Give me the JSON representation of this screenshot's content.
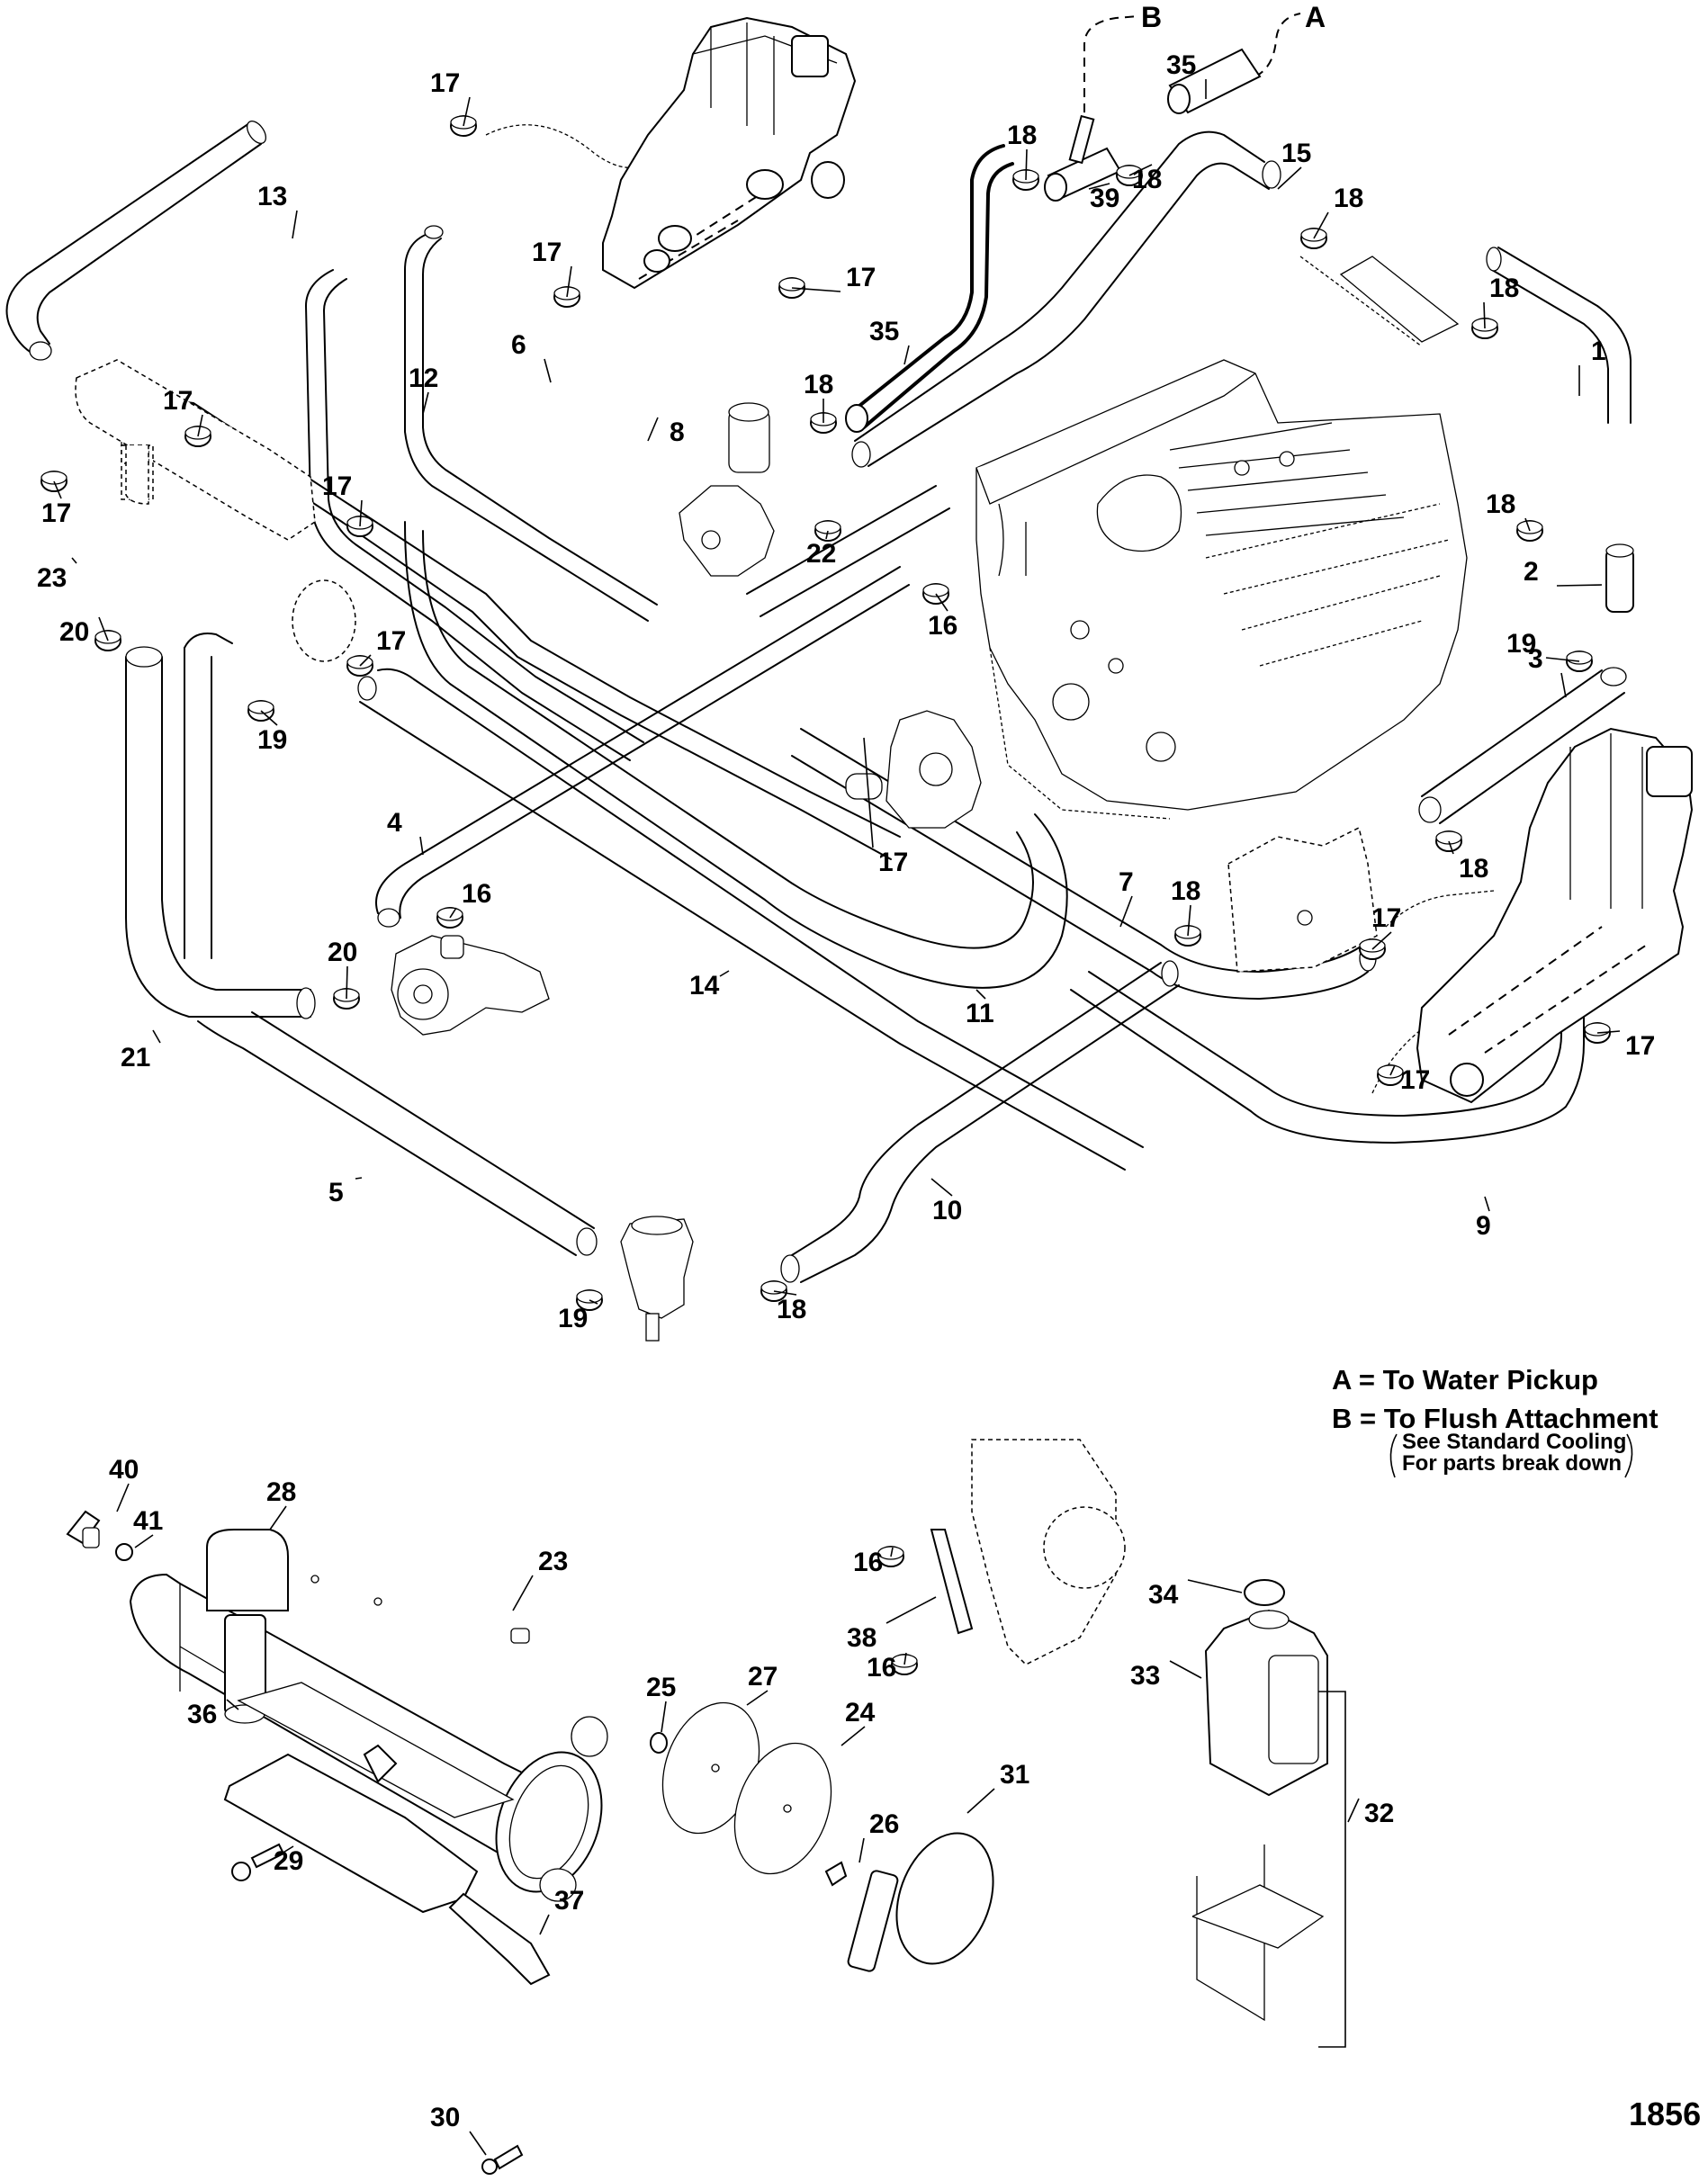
{
  "title": "Closed Cooling System — Exploded Parts View",
  "figure_number": "1856",
  "connections": {
    "A": "A",
    "B": "B"
  },
  "legend": {
    "line_a": "A = To Water Pickup",
    "line_b": "B = To Flush Attachment",
    "note_line1": "See Standard Cooling",
    "note_line2": "For parts break down"
  },
  "callouts": [
    {
      "id": "c13",
      "label": "13",
      "part": "hose"
    },
    {
      "id": "c17a",
      "label": "17",
      "part": "hose clamp"
    },
    {
      "id": "c17b",
      "label": "17",
      "part": "hose clamp"
    },
    {
      "id": "c17c",
      "label": "17",
      "part": "hose clamp"
    },
    {
      "id": "c17d",
      "label": "17",
      "part": "hose clamp"
    },
    {
      "id": "c17e",
      "label": "17",
      "part": "hose clamp"
    },
    {
      "id": "c17f",
      "label": "17",
      "part": "hose clamp"
    },
    {
      "id": "c17g",
      "label": "17",
      "part": "hose clamp"
    },
    {
      "id": "c17h",
      "label": "17",
      "part": "hose clamp group"
    },
    {
      "id": "c17i",
      "label": "17",
      "part": "hose clamp"
    },
    {
      "id": "c17j",
      "label": "17",
      "part": "hose clamp"
    },
    {
      "id": "c17k",
      "label": "17",
      "part": "hose clamp"
    },
    {
      "id": "c12",
      "label": "12",
      "part": "hose"
    },
    {
      "id": "c6",
      "label": "6",
      "part": "hose"
    },
    {
      "id": "c8",
      "label": "8",
      "part": "hose"
    },
    {
      "id": "c18a",
      "label": "18",
      "part": "hose clamp"
    },
    {
      "id": "c18b",
      "label": "18",
      "part": "hose clamp"
    },
    {
      "id": "c18c",
      "label": "18",
      "part": "hose clamp"
    },
    {
      "id": "c18d",
      "label": "18",
      "part": "hose clamp"
    },
    {
      "id": "c18e",
      "label": "18",
      "part": "hose clamp"
    },
    {
      "id": "c18f",
      "label": "18",
      "part": "hose clamp"
    },
    {
      "id": "c18g",
      "label": "18",
      "part": "hose clamp"
    },
    {
      "id": "c18h",
      "label": "18",
      "part": "hose clamp"
    },
    {
      "id": "c18i",
      "label": "18",
      "part": "hose clamp"
    },
    {
      "id": "c22",
      "label": "22",
      "part": "hose clamp"
    },
    {
      "id": "c35a",
      "label": "35",
      "part": "hose"
    },
    {
      "id": "c35b",
      "label": "35",
      "part": "hose"
    },
    {
      "id": "c39",
      "label": "39",
      "part": "tee fitting"
    },
    {
      "id": "c15",
      "label": "15",
      "part": "hose"
    },
    {
      "id": "c1",
      "label": "1",
      "part": "hose"
    },
    {
      "id": "c2",
      "label": "2",
      "part": "fitting"
    },
    {
      "id": "c19a",
      "label": "19",
      "part": "hose clamp"
    },
    {
      "id": "c19b",
      "label": "19",
      "part": "hose clamp"
    },
    {
      "id": "c19c",
      "label": "19",
      "part": "hose clamp"
    },
    {
      "id": "c3",
      "label": "3",
      "part": "hose"
    },
    {
      "id": "c16a",
      "label": "16",
      "part": "hose clamp"
    },
    {
      "id": "c16b",
      "label": "16",
      "part": "hose clamp"
    },
    {
      "id": "c16c",
      "label": "16",
      "part": "hose clamp"
    },
    {
      "id": "c16d",
      "label": "16",
      "part": "hose clamp"
    },
    {
      "id": "c23a",
      "label": "23",
      "part": "heat exchanger"
    },
    {
      "id": "c23b",
      "label": "23",
      "part": "heat exchanger"
    },
    {
      "id": "c20a",
      "label": "20",
      "part": "hose clamp"
    },
    {
      "id": "c20b",
      "label": "20",
      "part": "hose clamp"
    },
    {
      "id": "c4",
      "label": "4",
      "part": "hose"
    },
    {
      "id": "c14",
      "label": "14",
      "part": "hose"
    },
    {
      "id": "c11",
      "label": "11",
      "part": "hose"
    },
    {
      "id": "c7",
      "label": "7",
      "part": "hose"
    },
    {
      "id": "c21",
      "label": "21",
      "part": "hose"
    },
    {
      "id": "c5",
      "label": "5",
      "part": "hose"
    },
    {
      "id": "c10",
      "label": "10",
      "part": "hose"
    },
    {
      "id": "c9",
      "label": "9",
      "part": "hose"
    },
    {
      "id": "c40",
      "label": "40",
      "part": "drain plug"
    },
    {
      "id": "c41",
      "label": "41",
      "part": "o-ring"
    },
    {
      "id": "c28",
      "label": "28",
      "part": "pressure cap"
    },
    {
      "id": "c36",
      "label": "36",
      "part": "pad"
    },
    {
      "id": "c25",
      "label": "25",
      "part": "washer"
    },
    {
      "id": "c27",
      "label": "27",
      "part": "gasket"
    },
    {
      "id": "c24",
      "label": "24",
      "part": "end cap"
    },
    {
      "id": "c26",
      "label": "26",
      "part": "screw"
    },
    {
      "id": "c31",
      "label": "31",
      "part": "clamp"
    },
    {
      "id": "c29",
      "label": "29",
      "part": "bolt"
    },
    {
      "id": "c37",
      "label": "37",
      "part": "bracket"
    },
    {
      "id": "c30",
      "label": "30",
      "part": "bolt"
    },
    {
      "id": "c38",
      "label": "38",
      "part": "hose"
    },
    {
      "id": "c34",
      "label": "34",
      "part": "cap"
    },
    {
      "id": "c33",
      "label": "33",
      "part": "reservoir"
    },
    {
      "id": "c32",
      "label": "32",
      "part": "reservoir kit"
    }
  ]
}
